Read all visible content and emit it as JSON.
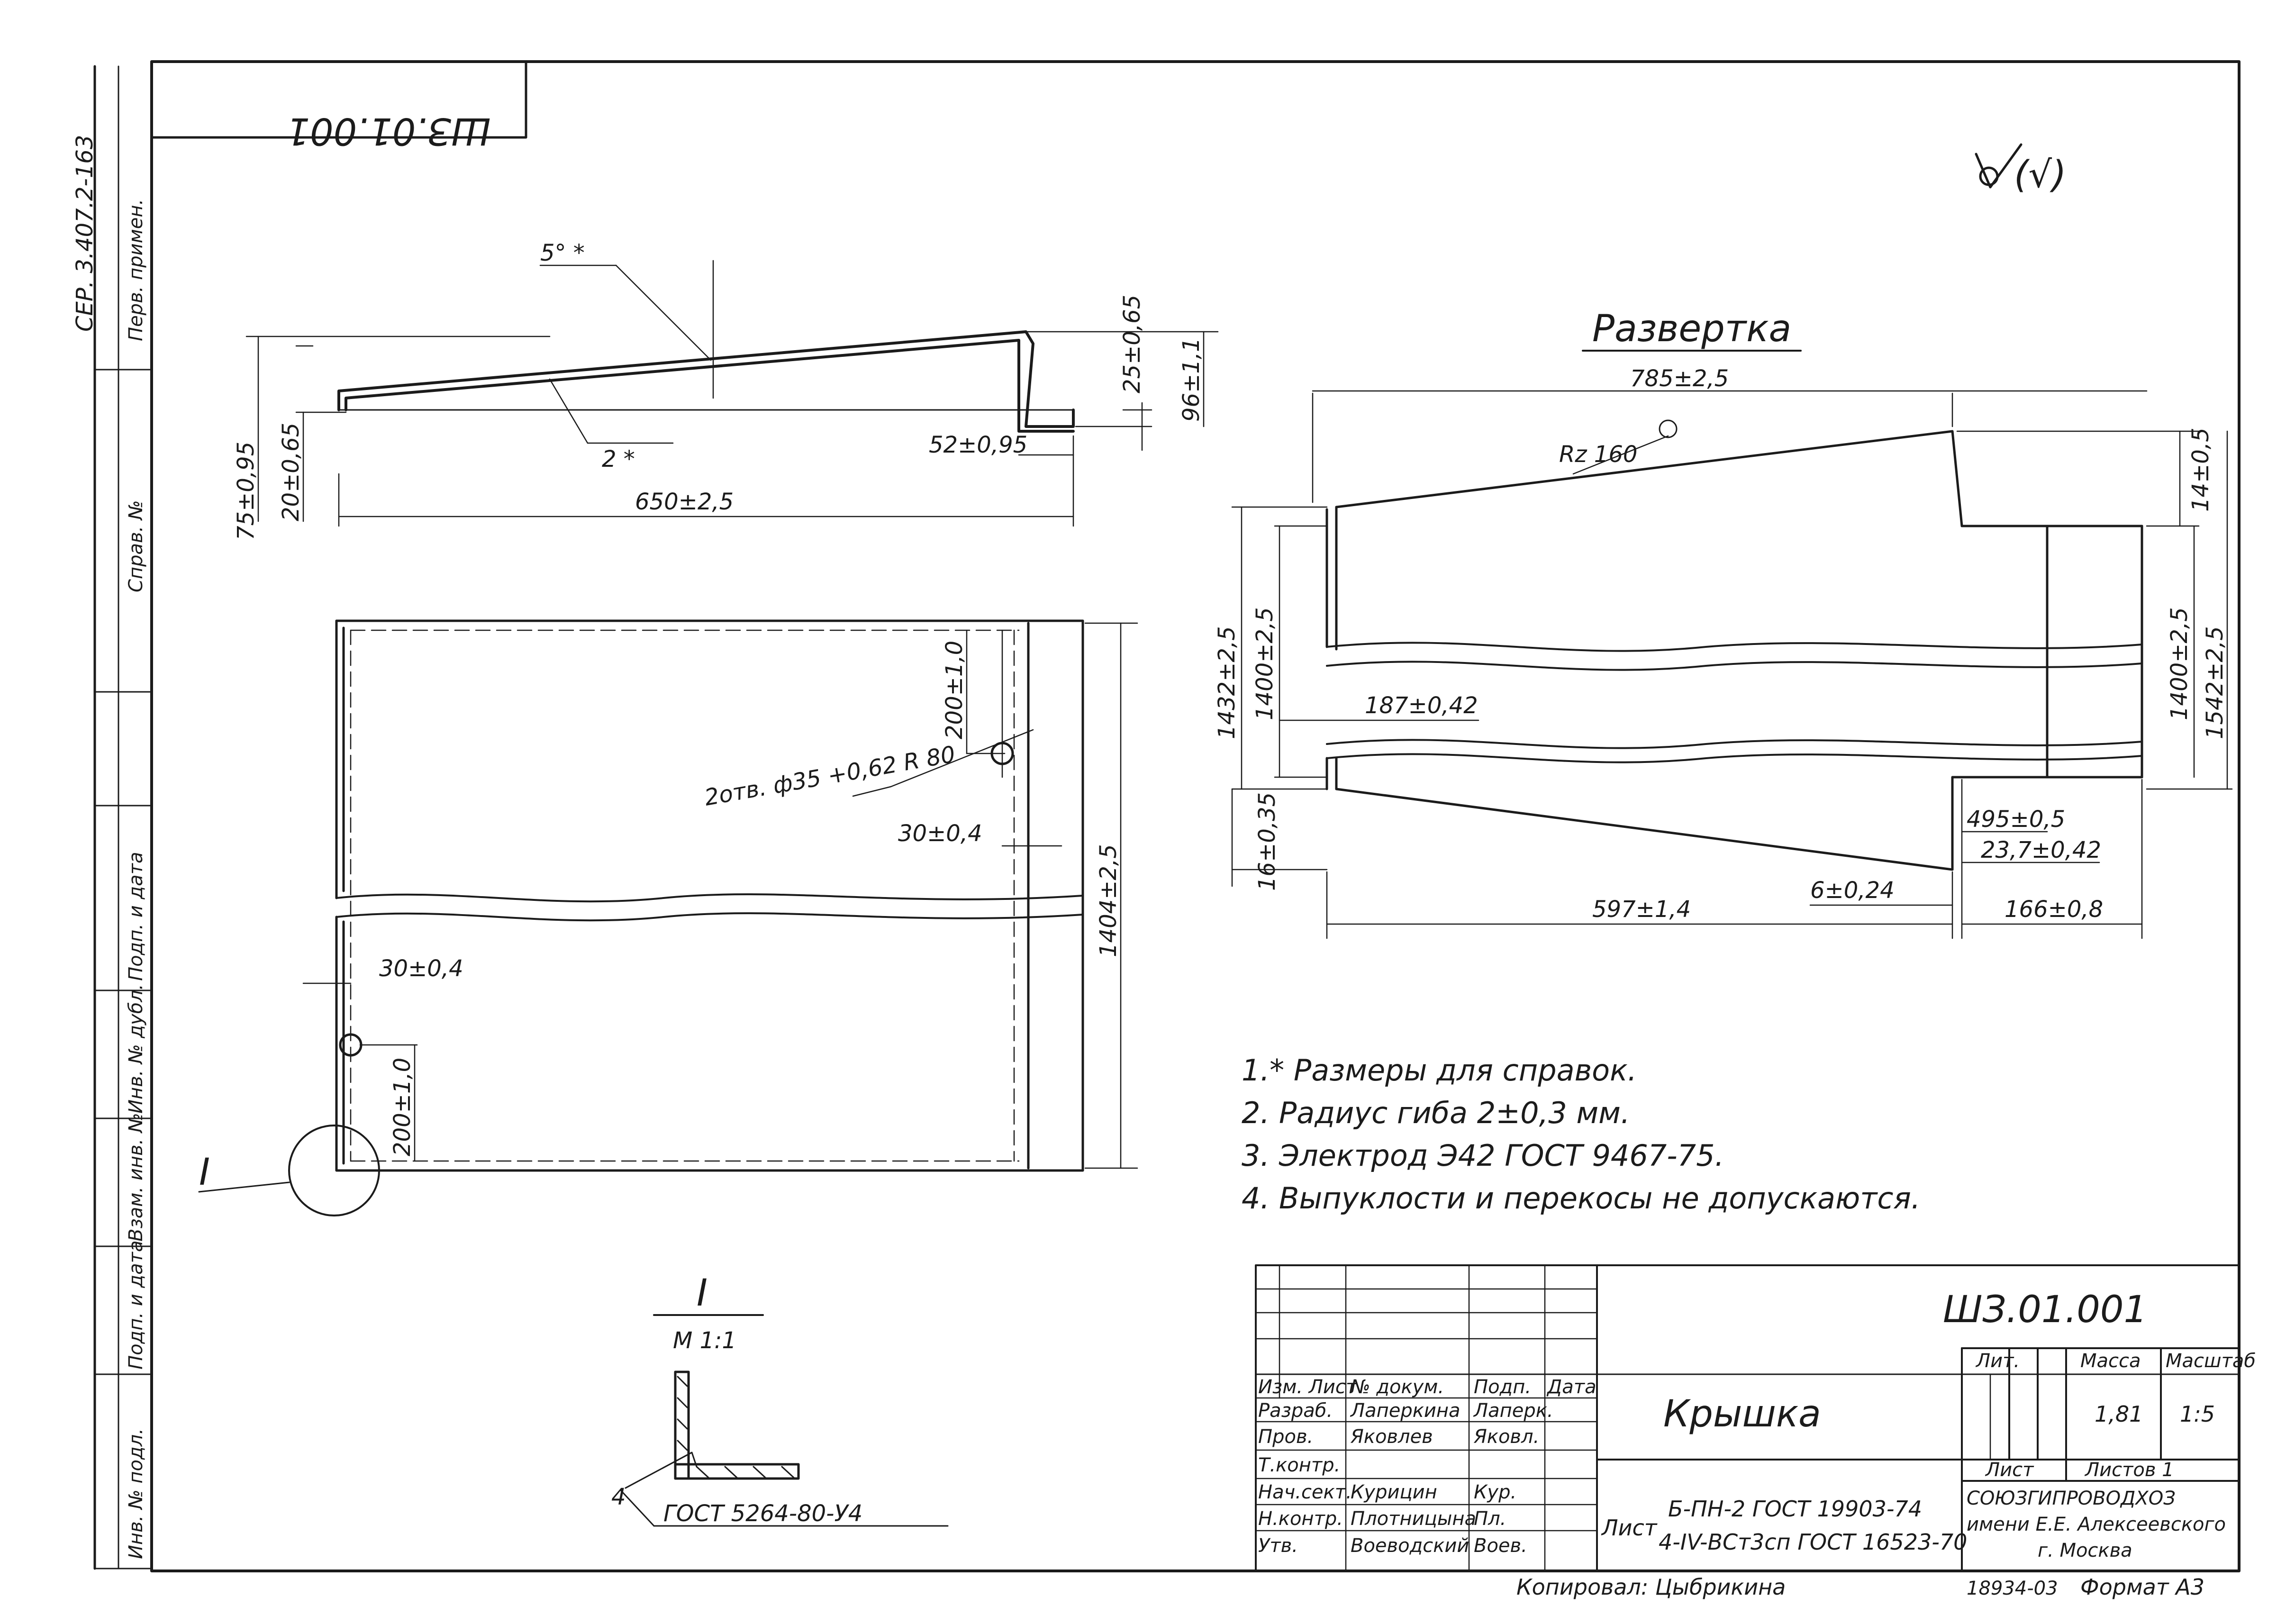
{
  "header_stamp": "ШЗ.01.001",
  "roughness_symbol": "(√)",
  "side_stamp": {
    "series": "СЕР. 3.407.2-163",
    "perv_primen": "Перв. примен.",
    "sprav_no": "Справ. №",
    "podp_data_1": "Подп. и дата",
    "inv_dubl": "Инв. № дубл.",
    "vzam_inv": "Взам. инв. №",
    "podp_data_2": "Подп. и дата",
    "inv_podl": "Инв. № подл."
  },
  "profile_view": {
    "dims": {
      "top_angle": "5° *",
      "thickness": "2 *",
      "right_height": "25±0,65",
      "right_total": "96±1,1",
      "left_total": "75±0,95",
      "left_lip": "20±0,65",
      "step_width": "52±0,95",
      "length": "650±2,5"
    }
  },
  "plan_view": {
    "dims": {
      "hole": "2отв. ф35 +0,62 R 80",
      "hole_y_top": "200±1,0",
      "hole_x_top": "30±0,4",
      "hole_x_bottom": "30±0,4",
      "hole_y_bottom": "200±1,0",
      "height": "1404±2,5"
    },
    "section_callout": "I"
  },
  "development": {
    "title": "Развертка",
    "roughness": "Rz 160",
    "dims": {
      "width": "785±2,5",
      "right_small": "14±0,5",
      "right_inner": "1400±2,5",
      "right_outer": "1542±2,5",
      "left_outer": "1432±2,5",
      "left_inner": "1400±2,5",
      "fold_line": "187±0,42",
      "left_bottom": "16±0,35",
      "d495": "495±0,5",
      "d237": "23,7±0,42",
      "d597": "597±1,4",
      "d6": "6±0,24",
      "d166": "166±0,8"
    }
  },
  "section_view": {
    "title": "I",
    "scale": "М 1:1",
    "weld_note": "4",
    "standard": "ГОСТ 5264-80-У4"
  },
  "notes": [
    "1.* Размеры для справок.",
    "2. Радиус гиба 2±0,3 мм.",
    "3. Электрод Э42 ГОСТ 9467-75.",
    "4. Выпуклости и перекосы не допускаются."
  ],
  "title_block": {
    "designation": "ШЗ.01.001",
    "name": "Крышка",
    "headers": {
      "izm_list": "Изм. Лист",
      "doc": "№ докум.",
      "sign": "Подп.",
      "date": "Дата"
    },
    "rows": [
      {
        "role": "Разраб.",
        "name": "Лаперкина",
        "sign": "Лаперк.",
        "date": ""
      },
      {
        "role": "Пров.",
        "name": "Яковлев",
        "sign": "Яковл.",
        "date": ""
      },
      {
        "role": "Т.контр.",
        "name": "",
        "sign": "",
        "date": ""
      },
      {
        "role": "Нач.сект.",
        "name": "Курицин",
        "sign": "Кур.",
        "date": ""
      },
      {
        "role": "Н.контр.",
        "name": "Плотницына",
        "sign": "Пл.",
        "date": ""
      },
      {
        "role": "Утв.",
        "name": "Воеводский",
        "sign": "Воев.",
        "date": ""
      }
    ],
    "lit_label": "Лит.",
    "mass_label": "Масса",
    "scale_label": "Масштаб",
    "mass": "1,81",
    "scale": "1:5",
    "sheet_label": "Лист",
    "sheets_label": "Листов 1",
    "material_prefix": "Лист",
    "material_1": "Б-ПН-2 ГОСТ 19903-74",
    "material_2": "4-IV-ВСт3сп ГОСТ 16523-70",
    "org_1": "СОЮЗГИПРОВОДХОЗ",
    "org_2": "имени Е.Е. Алексеевского",
    "org_3": "г. Москва"
  },
  "footer": {
    "copied": "Копировал: Цыбрикина",
    "number": "18934-03",
    "format": "Формат А3"
  }
}
